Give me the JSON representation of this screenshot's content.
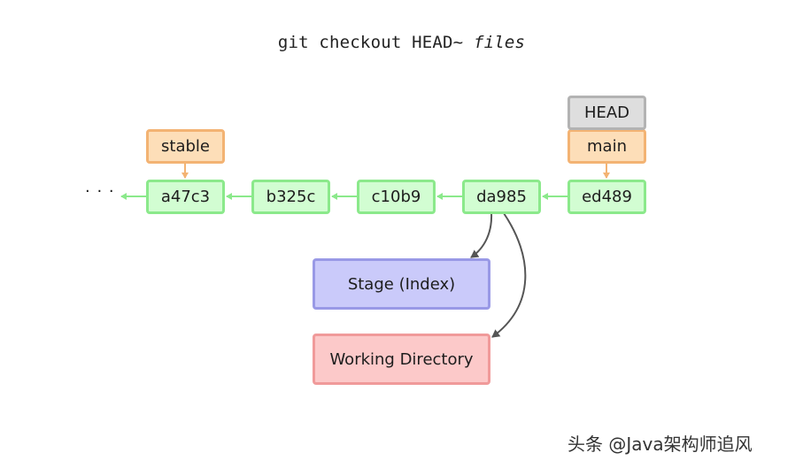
{
  "title": {
    "command": "git checkout HEAD~",
    "argument": "files"
  },
  "ellipsis": "· · ·",
  "commits": [
    {
      "id": "a47c3"
    },
    {
      "id": "b325c"
    },
    {
      "id": "c10b9"
    },
    {
      "id": "da985"
    },
    {
      "id": "ed489"
    }
  ],
  "refs": {
    "stable": "stable",
    "main": "main",
    "head": "HEAD"
  },
  "areas": {
    "stage": "Stage (Index)",
    "working_directory": "Working Directory"
  },
  "watermark": "头条 @Java架构师追风",
  "colors": {
    "commit_fill": "#d2fdd2",
    "commit_border": "#8be98b",
    "branch_fill": "#fddeb8",
    "branch_border": "#f3b373",
    "head_fill": "#dedede",
    "head_border": "#b3b3b3",
    "stage_fill": "#cacafa",
    "stage_border": "#9999e6",
    "workdir_fill": "#fcc9c9",
    "workdir_border": "#f09a9a"
  }
}
